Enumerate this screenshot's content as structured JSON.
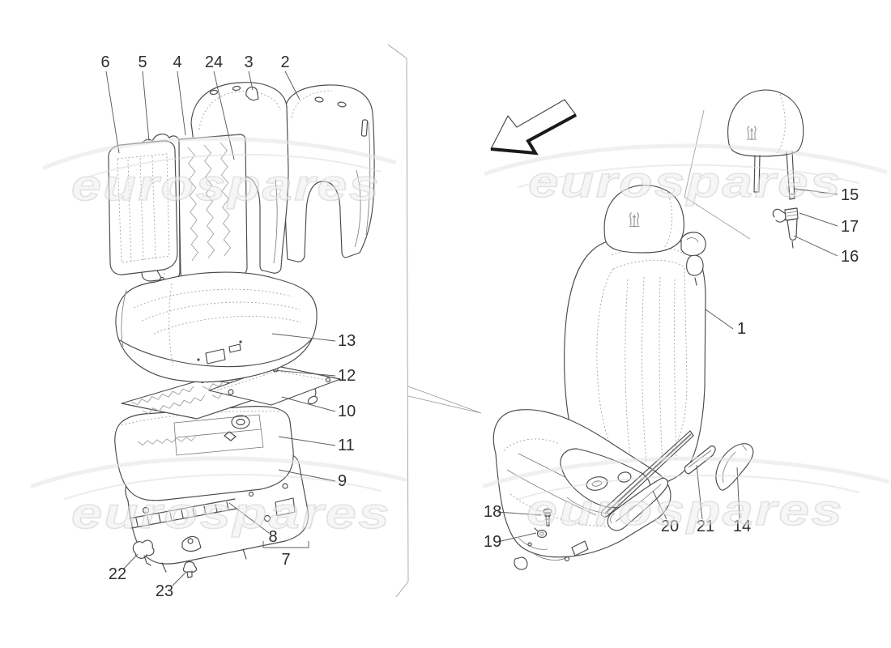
{
  "watermark": {
    "text": "eurospares",
    "color": "#e9e9e9"
  },
  "icons": {
    "direction_arrow": "arrow-pointing-down-left",
    "brand_logo": "maserati-trident"
  },
  "callouts": {
    "c1": {
      "label": "1"
    },
    "c2": {
      "label": "2"
    },
    "c3": {
      "label": "3"
    },
    "c4": {
      "label": "4"
    },
    "c5": {
      "label": "5"
    },
    "c6": {
      "label": "6"
    },
    "c7": {
      "label": "7"
    },
    "c8": {
      "label": "8"
    },
    "c9": {
      "label": "9"
    },
    "c10": {
      "label": "10"
    },
    "c11": {
      "label": "11"
    },
    "c12": {
      "label": "12"
    },
    "c13": {
      "label": "13"
    },
    "c14": {
      "label": "14"
    },
    "c15": {
      "label": "15"
    },
    "c16": {
      "label": "16"
    },
    "c17": {
      "label": "17"
    },
    "c18": {
      "label": "18"
    },
    "c19": {
      "label": "19"
    },
    "c20": {
      "label": "20"
    },
    "c21": {
      "label": "21"
    },
    "c22": {
      "label": "22"
    },
    "c23": {
      "label": "23"
    },
    "c24": {
      "label": "24"
    }
  }
}
